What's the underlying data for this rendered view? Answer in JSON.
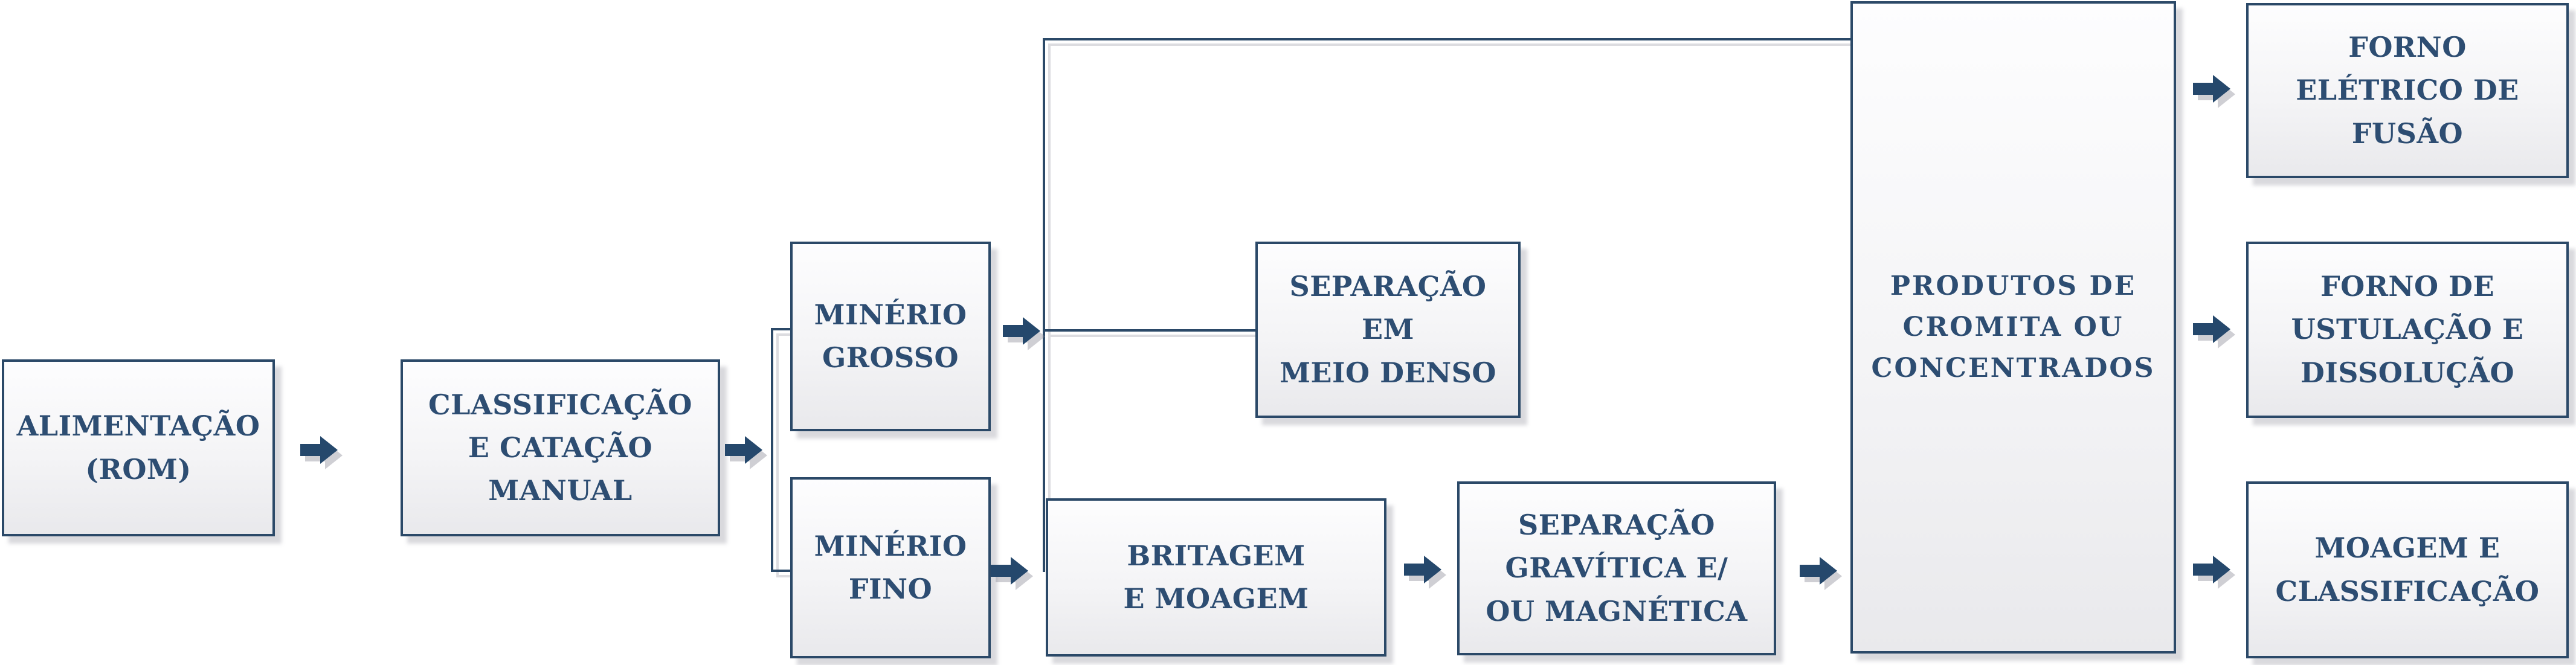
{
  "colors": {
    "background": "#ffffff",
    "box_border": "#2b4968",
    "box_text": "#2d4d72",
    "box_fill_top": "#fdfdfe",
    "box_fill_bottom": "#e9e9ec",
    "arrow": "#25486c",
    "connector": "#2b4968",
    "shadow": "#dcdce0"
  },
  "diagram": {
    "type": "flowchart",
    "language": "pt-BR",
    "nodes": [
      {
        "id": "alimentacao-rom",
        "label": "ALIMENTAÇÃO\n(ROM)"
      },
      {
        "id": "classificacao-catacao-manual",
        "label": "CLASSIFICAÇÃO\nE CATAÇÃO\nMANUAL"
      },
      {
        "id": "minerio-grosso",
        "label": "MINÉRIO\nGROSSO"
      },
      {
        "id": "minerio-fino",
        "label": "MINÉRIO\nFINO"
      },
      {
        "id": "separacao-meio-denso",
        "label": "SEPARAÇÃO EM\nMEIO DENSO"
      },
      {
        "id": "britagem-moagem",
        "label": "BRITAGEM\nE MOAGEM"
      },
      {
        "id": "separacao-gravitica-magnetica",
        "label": "SEPARAÇÃO\nGRAVÍTICA E/\nOU MAGNÉTICA"
      },
      {
        "id": "produtos-cromita-concentrados",
        "label": "PRODUTOS DE\nCROMITA OU\nCONCENTRADOS"
      },
      {
        "id": "forno-eletrico-fusao",
        "label": "FORNO\nELÉTRICO DE\nFUSÃO"
      },
      {
        "id": "forno-ustulacao-dissolucao",
        "label": "FORNO DE\nUSTULAÇÃO E\nDISSOLUÇÃO"
      },
      {
        "id": "moagem-classificacao",
        "label": "MOAGEM E\nCLASSIFICAÇÃO"
      }
    ],
    "edges": [
      {
        "from": "alimentacao-rom",
        "to": "classificacao-catacao-manual"
      },
      {
        "from": "classificacao-catacao-manual",
        "to": "minerio-grosso"
      },
      {
        "from": "classificacao-catacao-manual",
        "to": "minerio-fino"
      },
      {
        "from": "minerio-grosso",
        "to": "separacao-meio-denso"
      },
      {
        "from": "minerio-grosso",
        "to": "produtos-cromita-concentrados"
      },
      {
        "from": "minerio-fino",
        "to": "britagem-moagem"
      },
      {
        "from": "britagem-moagem",
        "to": "separacao-gravitica-magnetica"
      },
      {
        "from": "separacao-gravitica-magnetica",
        "to": "produtos-cromita-concentrados"
      },
      {
        "from": "produtos-cromita-concentrados",
        "to": "forno-eletrico-fusao"
      },
      {
        "from": "produtos-cromita-concentrados",
        "to": "forno-ustulacao-dissolucao"
      },
      {
        "from": "produtos-cromita-concentrados",
        "to": "moagem-classificacao"
      }
    ]
  }
}
